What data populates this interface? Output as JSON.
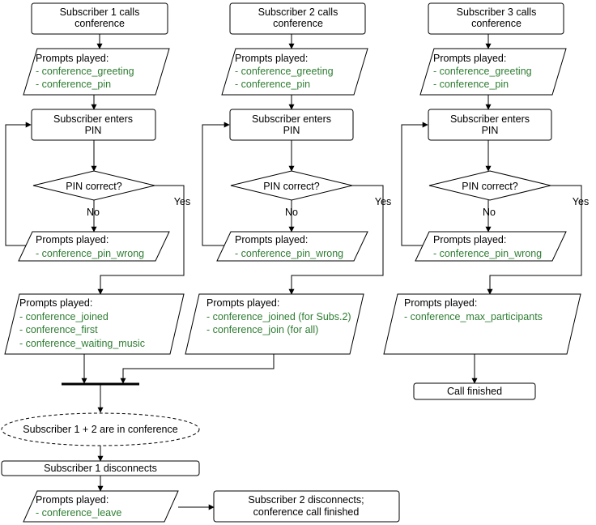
{
  "colors": {
    "prompt_item": "#2e7d32",
    "text": "#000000",
    "stroke": "#000000"
  },
  "start": {
    "s1": [
      "Subscriber 1 calls",
      "conference"
    ],
    "s2": [
      "Subscriber 2 calls",
      "conference"
    ],
    "s3": [
      "Subscriber 3 calls",
      "conference"
    ]
  },
  "prompts_title": "Prompts played:",
  "initial_prompts": [
    "- conference_greeting",
    "- conference_pin"
  ],
  "enter_pin": [
    "Subscriber enters",
    "PIN"
  ],
  "pin_check": "PIN correct?",
  "no_label": "No",
  "yes_label": "Yes",
  "wrong_pin_prompt": "- conference_pin_wrong",
  "s1_joined_prompts": [
    "- conference_joined",
    "- conference_first",
    "- conference_waiting_music"
  ],
  "s2_joined_prompts": [
    "- conference_joined (for Subs.2)",
    "- conference_join (for all)"
  ],
  "s3_full_prompts": [
    "- conference_max_participants"
  ],
  "call_finished": "Call finished",
  "in_conference": "Subscriber 1 + 2 are in conference",
  "s1_disconnects": "Subscriber 1 disconnects",
  "leave_prompt": "- conference_leave",
  "s2_disconnects": [
    "Subscriber 2 disconnects;",
    "conference call finished"
  ]
}
